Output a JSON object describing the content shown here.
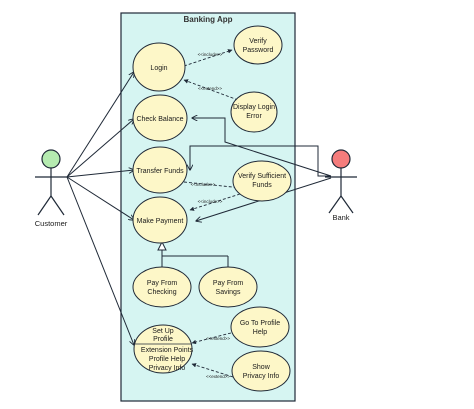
{
  "system": {
    "title": "Banking App"
  },
  "actors": {
    "customer": {
      "label": "Customer",
      "head_color": "#b5ebb0"
    },
    "bank": {
      "label": "Bank",
      "head_color": "#f47c7c"
    }
  },
  "use_cases": {
    "login": {
      "label": "Login"
    },
    "verify_password": {
      "line1": "Verify",
      "line2": "Password"
    },
    "check_balance": {
      "label": "Check Balance"
    },
    "display_login_error": {
      "line1": "Display Login",
      "line2": "Error"
    },
    "transfer_funds": {
      "label": "Transfer Funds"
    },
    "verify_sufficient_funds": {
      "line1": "Verify Sufficient",
      "line2": "Funds"
    },
    "make_payment": {
      "label": "Make Payment"
    },
    "pay_from_checking": {
      "line1": "Pay From",
      "line2": "Checking"
    },
    "pay_from_savings": {
      "line1": "Pay From",
      "line2": "Savings"
    },
    "set_up_profile": {
      "line1": "Set Up",
      "line2": "Profile",
      "compartment": "Extension Points",
      "ext1": "Profile Help",
      "ext2": "Privacy Info"
    },
    "go_to_profile_help": {
      "line1": "Go To Profile",
      "line2": "Help"
    },
    "show_privacy_info": {
      "line1": "Show",
      "line2": "Privacy Info"
    }
  },
  "relations": {
    "login_verify": "<<include>>",
    "error_login": "<<extend>>",
    "transfer_verify": "<<include>>",
    "verify_payment": "<<include>>",
    "help_profile": "<<extend>>",
    "privacy_profile": "<<extend>>"
  },
  "colors": {
    "system_fill": "#d6f5f2",
    "usecase_fill": "#fdf7c8",
    "line": "#1f2937"
  }
}
